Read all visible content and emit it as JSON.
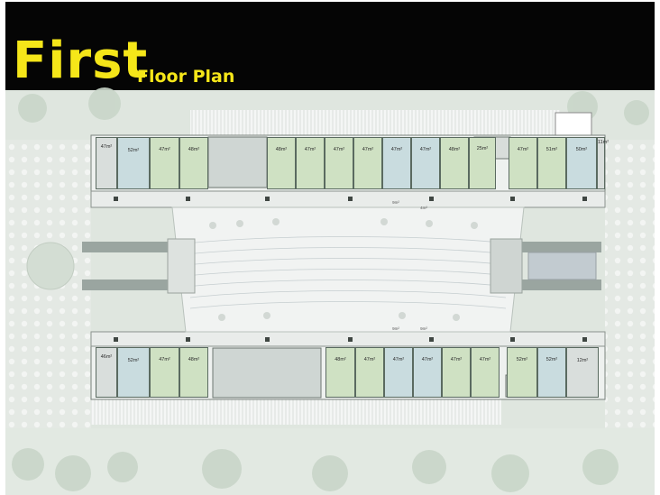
{
  "header": {
    "title": "First",
    "subtitle": "Floor Plan"
  },
  "colors": {
    "green_unit": "#cfe1c3",
    "blue_unit": "#c9dcdf",
    "grey_unit": "#d9dedc",
    "title_yellow": "#f5e619",
    "header_bg": "#050505"
  },
  "plan": {
    "top_units": [
      {
        "name": "",
        "area": "47m²",
        "tone": "grey"
      },
      {
        "name": "",
        "area": "52m²",
        "tone": "blue"
      },
      {
        "name": "",
        "area": "47m²",
        "tone": "green"
      },
      {
        "name": "",
        "area": "48m²",
        "tone": "green"
      },
      {
        "name": "",
        "area": "48m²",
        "tone": "green"
      },
      {
        "name": "",
        "area": "47m²",
        "tone": "green"
      },
      {
        "name": "",
        "area": "47m²",
        "tone": "green"
      },
      {
        "name": "",
        "area": "47m²",
        "tone": "green"
      },
      {
        "name": "",
        "area": "47m²",
        "tone": "blue"
      },
      {
        "name": "",
        "area": "47m²",
        "tone": "blue"
      },
      {
        "name": "",
        "area": "48m²",
        "tone": "green"
      },
      {
        "name": "",
        "area": "25m²",
        "tone": "green"
      },
      {
        "name": "",
        "area": "47m²",
        "tone": "green"
      },
      {
        "name": "",
        "area": "51m²",
        "tone": "green"
      },
      {
        "name": "",
        "area": "50m²",
        "tone": "blue"
      },
      {
        "name": "",
        "area": "11m²",
        "tone": "grey"
      }
    ],
    "bottom_units": [
      {
        "name": "",
        "area": "46m²",
        "tone": "grey"
      },
      {
        "name": "",
        "area": "52m²",
        "tone": "blue"
      },
      {
        "name": "",
        "area": "47m²",
        "tone": "green"
      },
      {
        "name": "",
        "area": "48m²",
        "tone": "green"
      },
      {
        "name": "",
        "area": "48m²",
        "tone": "green"
      },
      {
        "name": "",
        "area": "47m²",
        "tone": "green"
      },
      {
        "name": "",
        "area": "47m²",
        "tone": "blue"
      },
      {
        "name": "",
        "area": "47m²",
        "tone": "blue"
      },
      {
        "name": "",
        "area": "47m²",
        "tone": "green"
      },
      {
        "name": "",
        "area": "47m²",
        "tone": "green"
      },
      {
        "name": "",
        "area": "52m²",
        "tone": "green"
      },
      {
        "name": "",
        "area": "52m²",
        "tone": "blue"
      },
      {
        "name": "",
        "area": "12m²",
        "tone": "grey"
      }
    ],
    "top_kiosks": [
      {
        "area": "9m²"
      },
      {
        "area": "4m²"
      }
    ],
    "bottom_kiosks": [
      {
        "area": "9m²"
      },
      {
        "area": "9m²"
      }
    ]
  }
}
